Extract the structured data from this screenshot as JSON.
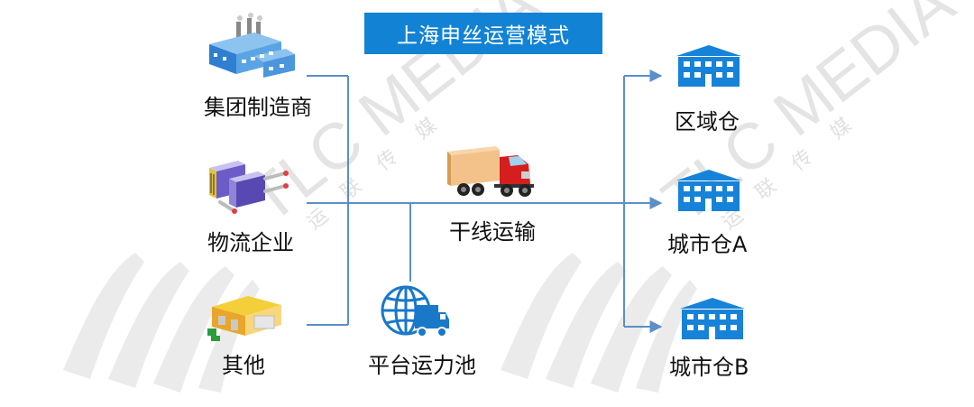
{
  "title": "上海申丝运营模式",
  "watermark": {
    "brand": "TLC MEDIA",
    "chars": [
      "运",
      "联",
      "传",
      "媒"
    ]
  },
  "sources": [
    {
      "label": "集团制造商",
      "icon": "factory-icon"
    },
    {
      "label": "物流企业",
      "icon": "logistics-machine-icon"
    },
    {
      "label": "其他",
      "icon": "warehouse-icon"
    }
  ],
  "middle": {
    "trunk_label": "干线运输",
    "trunk_icon": "truck-icon",
    "pool_label": "平台运力池",
    "pool_icon": "globe-truck-icon"
  },
  "destinations": [
    {
      "label": "区域仓",
      "icon": "building-icon"
    },
    {
      "label": "城市仓A",
      "icon": "building-icon"
    },
    {
      "label": "城市仓B",
      "icon": "building-icon"
    }
  ],
  "colors": {
    "title_bg": "#1283d4",
    "line": "#5b8fc7",
    "building": "#1683d8",
    "watermark": "#e6e6e6"
  }
}
